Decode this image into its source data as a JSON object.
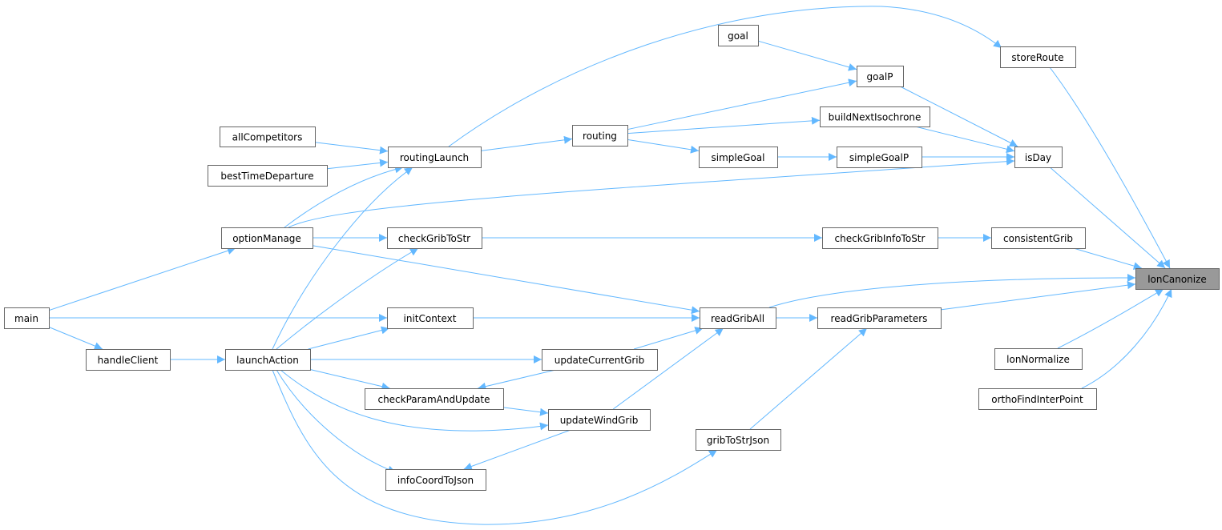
{
  "graph": {
    "root": "lonCanonize",
    "edge_color": "#63b8ff",
    "root_fill": "#999999",
    "nodes": [
      "lonCanonize",
      "storeRoute",
      "goal",
      "goalP",
      "buildNextIsochrone",
      "routing",
      "isDay",
      "simpleGoalP",
      "simpleGoal",
      "routingLaunch",
      "allCompetitors",
      "bestTimeDeparture",
      "optionManage",
      "checkGribToStr",
      "checkGribInfoToStr",
      "consistentGrib",
      "main",
      "initContext",
      "readGribAll",
      "readGribParameters",
      "handleClient",
      "launchAction",
      "updateCurrentGrib",
      "lonNormalize",
      "checkParamAndUpdate",
      "orthoFindInterPoint",
      "updateWindGrib",
      "gribToStrJson",
      "infoCoordToJson"
    ],
    "edges": [
      [
        "storeRoute",
        "lonCanonize"
      ],
      [
        "isDay",
        "lonCanonize"
      ],
      [
        "consistentGrib",
        "lonCanonize"
      ],
      [
        "readGribAll",
        "lonCanonize"
      ],
      [
        "readGribParameters",
        "lonCanonize"
      ],
      [
        "lonNormalize",
        "lonCanonize"
      ],
      [
        "orthoFindInterPoint",
        "lonCanonize"
      ],
      [
        "routingLaunch",
        "storeRoute"
      ],
      [
        "goal",
        "goalP"
      ],
      [
        "routing",
        "goalP"
      ],
      [
        "goalP",
        "isDay"
      ],
      [
        "buildNextIsochrone",
        "isDay"
      ],
      [
        "simpleGoalP",
        "isDay"
      ],
      [
        "optionManage",
        "isDay"
      ],
      [
        "routing",
        "buildNextIsochrone"
      ],
      [
        "routingLaunch",
        "routing"
      ],
      [
        "routing",
        "simpleGoal"
      ],
      [
        "simpleGoal",
        "simpleGoalP"
      ],
      [
        "allCompetitors",
        "routingLaunch"
      ],
      [
        "bestTimeDeparture",
        "routingLaunch"
      ],
      [
        "optionManage",
        "routingLaunch"
      ],
      [
        "launchAction",
        "routingLaunch"
      ],
      [
        "optionManage",
        "checkGribToStr"
      ],
      [
        "launchAction",
        "checkGribToStr"
      ],
      [
        "checkGribToStr",
        "checkGribInfoToStr"
      ],
      [
        "checkGribInfoToStr",
        "consistentGrib"
      ],
      [
        "main",
        "optionManage"
      ],
      [
        "optionManage",
        "readGribAll"
      ],
      [
        "main",
        "initContext"
      ],
      [
        "initContext",
        "readGribAll"
      ],
      [
        "launchAction",
        "initContext"
      ],
      [
        "readGribAll",
        "readGribParameters"
      ],
      [
        "gribToStrJson",
        "readGribParameters"
      ],
      [
        "updateCurrentGrib",
        "readGribAll"
      ],
      [
        "updateWindGrib",
        "readGribAll"
      ],
      [
        "main",
        "handleClient"
      ],
      [
        "handleClient",
        "launchAction"
      ],
      [
        "launchAction",
        "updateCurrentGrib"
      ],
      [
        "launchAction",
        "checkParamAndUpdate"
      ],
      [
        "updateCurrentGrib",
        "checkParamAndUpdate"
      ],
      [
        "checkParamAndUpdate",
        "updateWindGrib"
      ],
      [
        "launchAction",
        "updateWindGrib"
      ],
      [
        "launchAction",
        "infoCoordToJson"
      ],
      [
        "updateWindGrib",
        "infoCoordToJson"
      ],
      [
        "launchAction",
        "gribToStrJson"
      ]
    ]
  }
}
